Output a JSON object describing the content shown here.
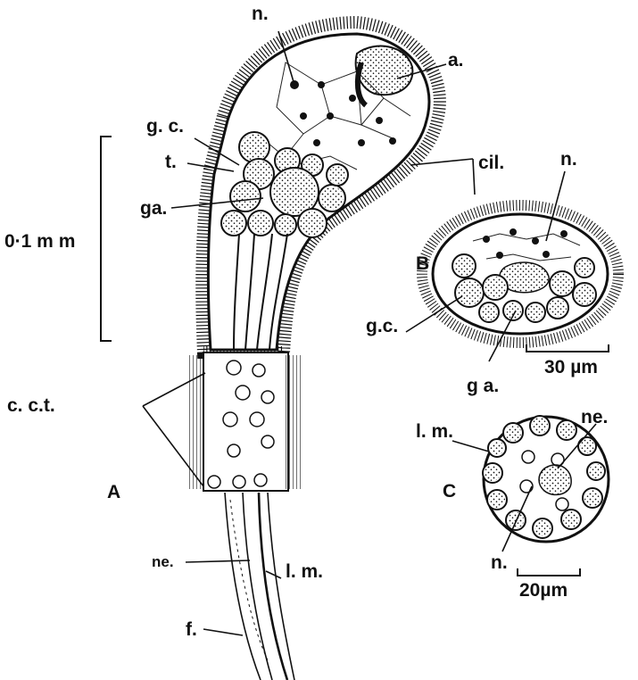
{
  "figure": {
    "panels": [
      {
        "id": "A",
        "label": "A"
      },
      {
        "id": "B",
        "label": "B"
      },
      {
        "id": "C",
        "label": "C"
      }
    ],
    "labels": {
      "n_top": "n.",
      "a": "a.",
      "gc_A": "g. c.",
      "t": "t.",
      "ga_A": "ga.",
      "cil": "cil.",
      "cct": "c. c.t.",
      "ne_A": "ne.",
      "lm_A": "l. m.",
      "f": "f.",
      "n_B": "n.",
      "gc_B": "g.c.",
      "ga_B": "g a.",
      "lm_C": "l. m.",
      "ne_C": "ne.",
      "n_C": "n."
    },
    "scale_bars": {
      "A": "0·1 m m",
      "B": "30 µm",
      "C": "20µm"
    }
  }
}
